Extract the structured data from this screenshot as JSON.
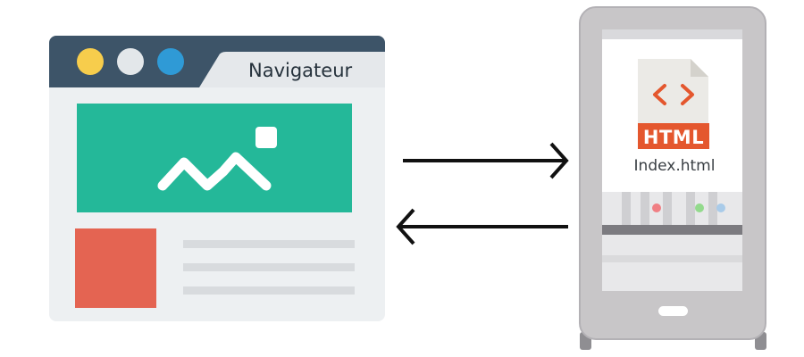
{
  "browser": {
    "tab_label": "Navigateur",
    "window_dots": [
      "#f7cd4c",
      "#e3e7ea",
      "#2f9ad6"
    ]
  },
  "server": {
    "file_label": "Index.html",
    "file_badge": "HTML",
    "file_icon": "html-file-icon"
  },
  "arrows": {
    "request": "arrow-right",
    "response": "arrow-left"
  },
  "colors": {
    "titlebar": "#3d5468",
    "hero": "#24b899",
    "thumb": "#e46452",
    "badge": "#e4572e",
    "phone_body": "#c8c6c8"
  }
}
